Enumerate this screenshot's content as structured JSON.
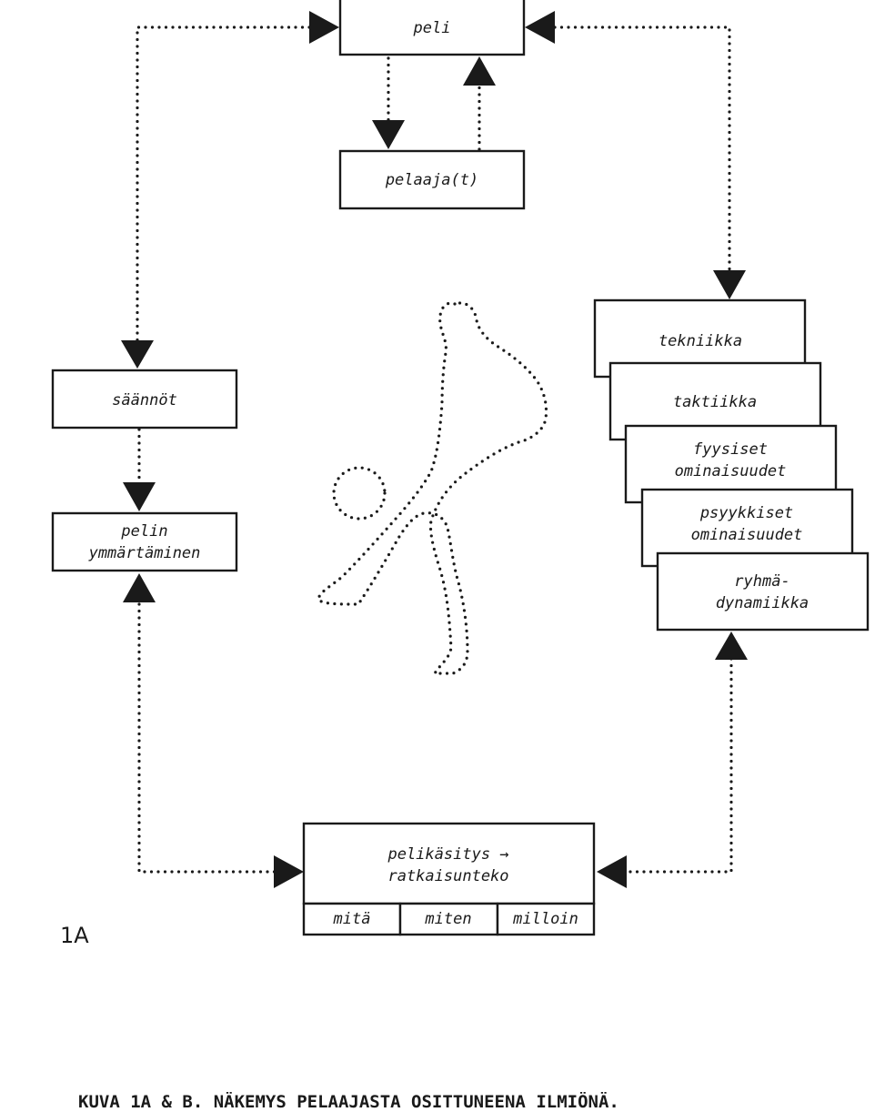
{
  "nodes": {
    "peli": "peli",
    "pelaajat": "pelaaja(t)",
    "saannot": "säännöt",
    "pelin_1": "pelin",
    "pelin_2": "ymmärtäminen",
    "tekniikka": "tekniikka",
    "taktiikka": "taktiikka",
    "fyysiset_1": "fyysiset",
    "fyysiset_2": "ominaisuudet",
    "psyykkiset_1": "psyykkiset",
    "psyykkiset_2": "ominaisuudet",
    "ryhma_1": "ryhmä-",
    "ryhma_2": "dynamiikka",
    "pelikasitys_1": "pelikäsitys →",
    "pelikasitys_2": "ratkaisunteko",
    "mita": "mitä",
    "miten": "miten",
    "milloin": "milloin"
  },
  "panel_label": "1A",
  "caption": "KUVA 1A & B. NÄKEMYS PELAAJASTA OSITTUNEENA ILMIÖNÄ."
}
